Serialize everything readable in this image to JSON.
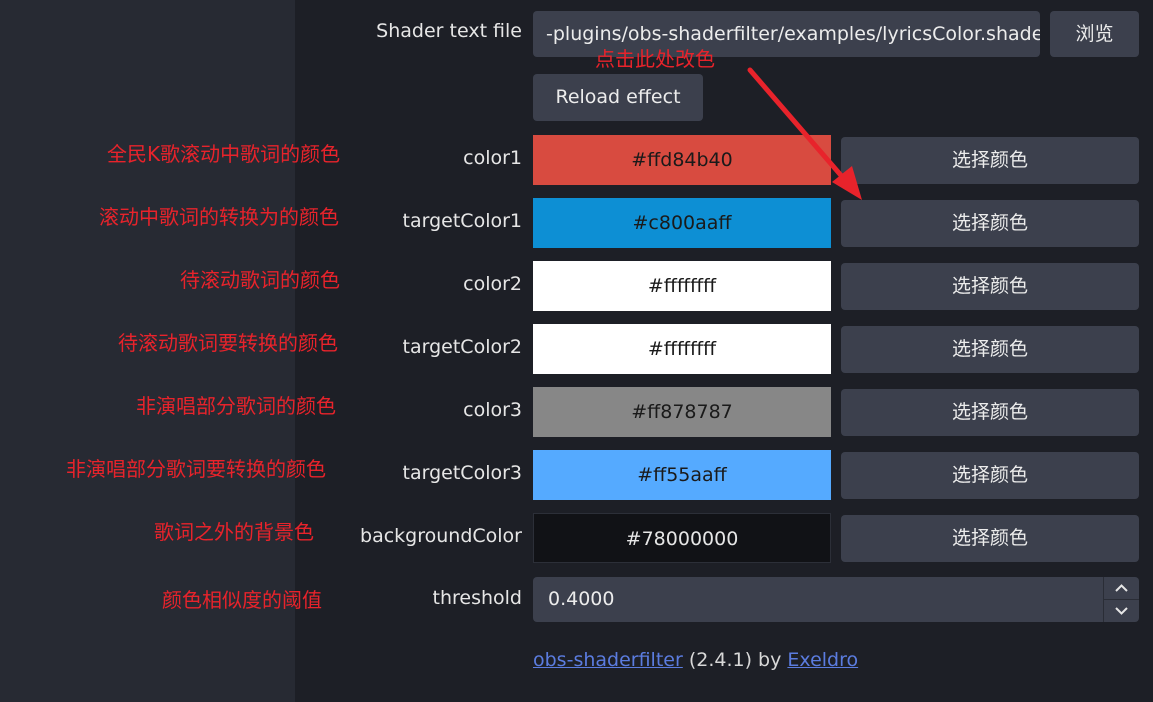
{
  "shader_file": {
    "label": "Shader text file",
    "value": "-plugins/obs-shaderfilter/examples/lyricsColor.shader",
    "browse_label": "浏览"
  },
  "reload_label": "Reload effect",
  "pick_color_label": "选择颜色",
  "colors": [
    {
      "label": "color1",
      "value": "#ffd84b40",
      "swatch": "#d84b40",
      "text_color": "#1a1a1a",
      "annotation": "全民K歌滚动中歌词的颜色"
    },
    {
      "label": "targetColor1",
      "value": "#c800aaff",
      "swatch": "#0d8fd4",
      "text_color": "#1a1a1a",
      "annotation": "滚动中歌词的转换为的颜色"
    },
    {
      "label": "color2",
      "value": "#ffffffff",
      "swatch": "#ffffff",
      "text_color": "#1a1a1a",
      "annotation": "待滚动歌词的颜色"
    },
    {
      "label": "targetColor2",
      "value": "#ffffffff",
      "swatch": "#ffffff",
      "text_color": "#1a1a1a",
      "annotation": "待滚动歌词要转换的颜色"
    },
    {
      "label": "color3",
      "value": "#ff878787",
      "swatch": "#878787",
      "text_color": "#1a1a1a",
      "annotation": "非演唱部分歌词的颜色"
    },
    {
      "label": "targetColor3",
      "value": "#ff55aaff",
      "swatch": "#55aaff",
      "text_color": "#1a1a1a",
      "annotation": "非演唱部分歌词要转换的颜色"
    },
    {
      "label": "backgroundColor",
      "value": "#78000000",
      "swatch": "#111216",
      "text_color": "#e6e6e6",
      "annotation": "歌词之外的背景色"
    }
  ],
  "threshold": {
    "label": "threshold",
    "value": "0.4000",
    "annotation": "颜色相似度的阈值"
  },
  "click_annotation": "点击此处改色",
  "footer": {
    "plugin_link": "obs-shaderfilter",
    "version": "(2.4.1) by",
    "author_link": "Exeldro"
  },
  "annotation_color": "#e8232b"
}
